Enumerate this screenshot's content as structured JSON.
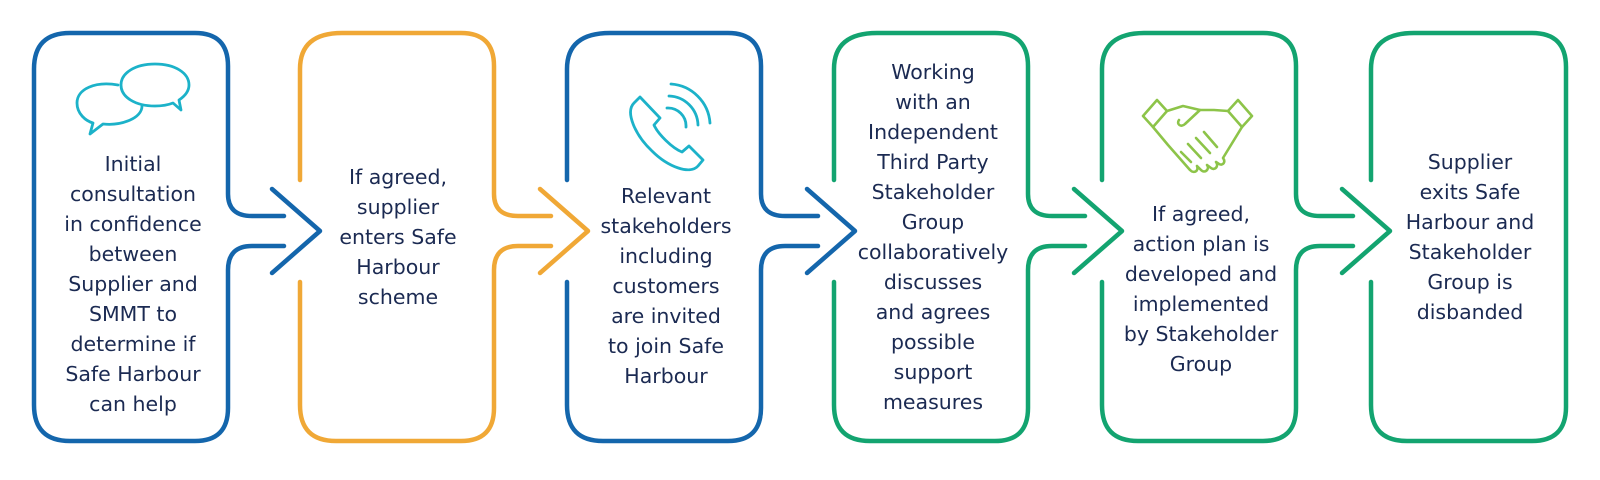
{
  "colors": {
    "blue": "#1466ac",
    "orange": "#f0a836",
    "green": "#13a470",
    "teal": "#1cb2c9",
    "lime": "#8dc449",
    "text": "#1b2a52"
  },
  "steps": [
    {
      "color": "blue",
      "icon": "speech-bubbles-icon",
      "lines": [
        "Initial",
        "consultation",
        "in confidence",
        "between",
        "Supplier and",
        "SMMT to",
        "determine if",
        "Safe Harbour",
        "can help"
      ]
    },
    {
      "color": "orange",
      "icon": "",
      "lines": [
        "If agreed,",
        "supplier",
        "enters Safe",
        "Harbour",
        "scheme"
      ]
    },
    {
      "color": "blue",
      "icon": "phone-icon",
      "lines": [
        "Relevant",
        "stakeholders",
        "including",
        "customers",
        "are invited",
        "to join Safe",
        "Harbour"
      ]
    },
    {
      "color": "green",
      "icon": "",
      "lines": [
        "Working",
        "with an",
        "Independent",
        "Third Party",
        "Stakeholder",
        "Group",
        "collaboratively",
        "discusses",
        "and agrees",
        "possible",
        "support",
        "measures"
      ]
    },
    {
      "color": "green",
      "icon": "handshake-icon",
      "lines": [
        "If agreed,",
        "action plan is",
        "developed and",
        "implemented",
        "by Stakeholder",
        "Group"
      ]
    },
    {
      "color": "green",
      "icon": "",
      "lines": [
        "Supplier",
        "exits Safe",
        "Harbour and",
        "Stakeholder",
        "Group is",
        "disbanded"
      ]
    }
  ]
}
